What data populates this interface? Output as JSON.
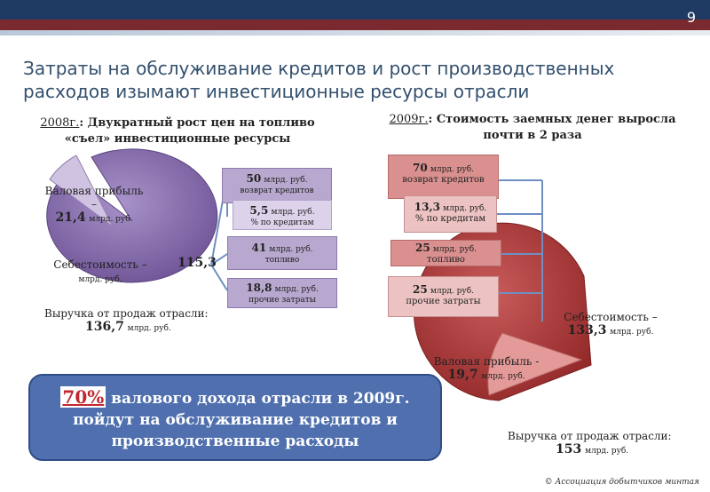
{
  "page_number": "9",
  "title": "Затраты на обслуживание кредитов и рост производственных расходов изымают инвестиционные ресурсы отрасли",
  "left": {
    "year": "2008г.",
    "heading_rest": ": Двукратный рост цен на топливо «съел» инвестиционные ресурсы",
    "gross_profit_label": "Валовая прибыль –",
    "gross_profit_value": "21,4",
    "unit": "млрд. руб.",
    "cost_label": "Себестоимость –",
    "cost_value": "115,3",
    "revenue_label": "Выручка от продаж отрасли:",
    "revenue_value": "136,7",
    "boxes": [
      {
        "value": "50",
        "unit": "млрд. руб.",
        "text": "возврат кредитов"
      },
      {
        "value": "5,5",
        "unit": "млрд. руб.",
        "text": "% по кредитам"
      },
      {
        "value": "41",
        "unit": "млрд. руб.",
        "text": "топливо"
      },
      {
        "value": "18,8",
        "unit": "млрд. руб.",
        "text": "прочие затраты"
      }
    ]
  },
  "right": {
    "year": "2009г.",
    "heading_rest": ": Стоимость заемных денег выросла почти в 2 раза",
    "gross_profit_label": "Валовая прибыль -",
    "gross_profit_value": "19,7",
    "unit": "млрд. руб.",
    "cost_label": "Себестоимость –",
    "cost_value": "133,3",
    "revenue_label": "Выручка от продаж отрасли:",
    "revenue_value": "153",
    "boxes": [
      {
        "value": "70",
        "unit": "млрд. руб.",
        "text": "возврат кредитов"
      },
      {
        "value": "13,3",
        "unit": "млрд. руб.",
        "text": "% по кредитам"
      },
      {
        "value": "25",
        "unit": "млрд. руб.",
        "text": "топливо"
      },
      {
        "value": "25",
        "unit": "млрд. руб.",
        "text": "прочие затраты"
      }
    ]
  },
  "callout": {
    "percent": "70%",
    "line1": " валового дохода отрасли в 2009г.",
    "line2": "пойдут на обслуживание кредитов и",
    "line3": "производственные расходы"
  },
  "footer": "© Ассоциация добытчиков минтая",
  "colors": {
    "purple": "#7b5fa0",
    "red": "#a83333",
    "navy": "#1f3b64"
  }
}
